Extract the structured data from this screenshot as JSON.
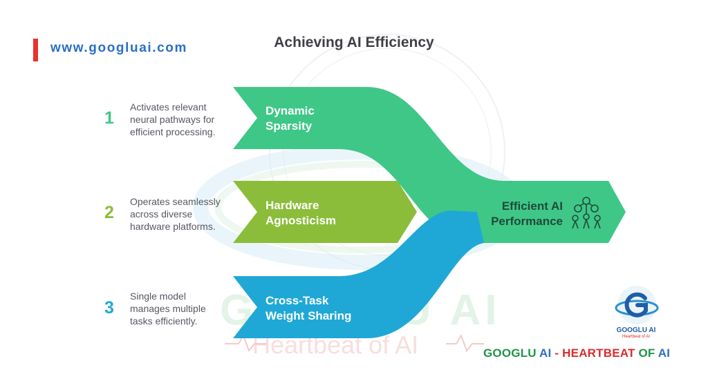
{
  "header": {
    "site_url": "www.googluai.com",
    "title": "Achieving AI Efficiency"
  },
  "steps": [
    {
      "number": "1",
      "label": "Dynamic Sparsity",
      "label_line1": "Dynamic",
      "label_line2": "Sparsity",
      "desc_line1": "Activates relevant",
      "desc_line2": "neural pathways for",
      "desc_line3": "efficient processing.",
      "color": "#3fc787"
    },
    {
      "number": "2",
      "label": "Hardware Agnosticism",
      "label_line1": "Hardware",
      "label_line2": "Agnosticism",
      "desc_line1": "Operates seamlessly",
      "desc_line2": "across diverse",
      "desc_line3": "hardware platforms.",
      "color": "#8bbd3a"
    },
    {
      "number": "3",
      "label": "Cross-Task Weight Sharing",
      "label_line1": "Cross-Task",
      "label_line2": "Weight Sharing",
      "desc_line1": "Single model",
      "desc_line2": "manages multiple",
      "desc_line3": "tasks efficiently.",
      "color": "#1fa8d6"
    }
  ],
  "output": {
    "label_line1": "Efficient AI",
    "label_line2": "Performance",
    "icon": "network-structure-icon"
  },
  "watermark": {
    "text": "GOOGLU AI",
    "subtext": "Heartbeat of AI"
  },
  "branding": {
    "logo_caption": "GOOGLU AI",
    "logo_subcaption": "Heartbeat of AI",
    "footer_part1": "GOOGLU ",
    "footer_part2": "AI",
    "footer_part3": " - ",
    "footer_part4": "HEARTBEAT",
    "footer_part5": " OF ",
    "footer_part6": "AI"
  }
}
